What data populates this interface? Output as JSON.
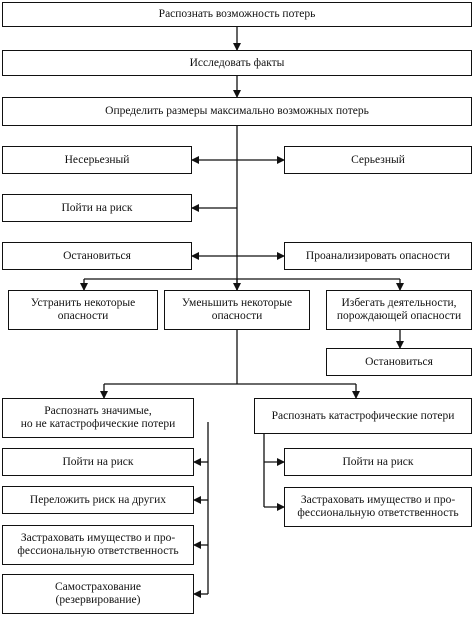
{
  "boxes": {
    "recognize": "Распознать возможность потерь",
    "investigate": "Исследовать факты",
    "determine": "Определить размеры максимально возможных потерь",
    "nonserious": "Несерьезный",
    "serious": "Серьезный",
    "take_risk_top": "Пойти на риск",
    "stop_left": "Остановиться",
    "analyze": "Проанализировать опасности",
    "eliminate": "Устранить некоторые\nопасности",
    "reduce": "Уменьшить некоторые\nопасности",
    "avoid": "Избегать деятельности,\nпорождающей опасности",
    "stop_right": "Остановиться",
    "significant": "Распознать значимые,\nно не катастрофические потери",
    "catastrophic": "Распознать катастрофические потери",
    "take_risk_left": "Пойти на риск",
    "transfer": "Переложить риск на других",
    "insure_left": "Застраховать имущество и про-\nфессиональную ответственность",
    "self_insure": "Самострахование\n(резервирование)",
    "take_risk_right": "Пойти на риск",
    "insure_right": "Застраховать имущество и про-\nфессиональную ответственность"
  }
}
